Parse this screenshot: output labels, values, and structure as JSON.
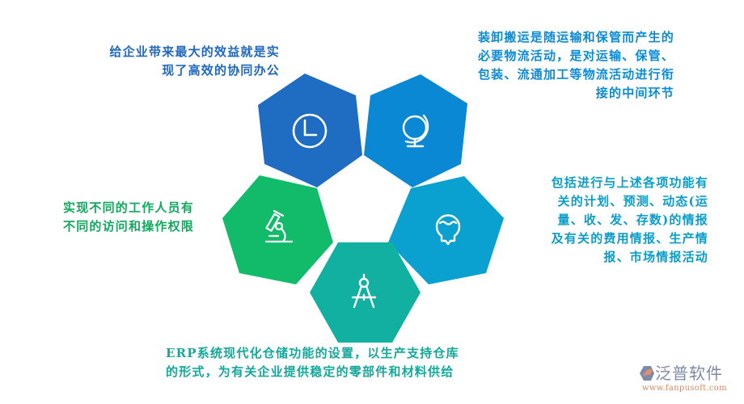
{
  "diagram": {
    "type": "five-hexagon-cluster",
    "nodes": [
      {
        "id": "collaboration",
        "icon": "clock-icon",
        "color": "#1F6DC2",
        "caption": "给企业带来最大的效益就是实\n现了高效的协同办公"
      },
      {
        "id": "handling",
        "icon": "globe-icon",
        "color": "#0A88D4",
        "caption": "装卸搬运是随运输和保管而产生的\n必要物流活动，是对运输、保管、\n包装、流通加工等物流活动进行衔\n接的中间环节"
      },
      {
        "id": "permissions",
        "icon": "microscope-icon",
        "color": "#12BB6A",
        "caption": "实现不同的工作人员有\n不同的访问和操作权限"
      },
      {
        "id": "information",
        "icon": "lightbulb-icon",
        "color": "#0AA0CF",
        "caption": "包括进行与上述各项功能有\n关的计划、预测、动态(运\n量、收、发、存数)的情报\n及有关的费用情报、生产情\n报、市场情报活动"
      },
      {
        "id": "warehouse",
        "icon": "compass-icon",
        "color": "#12B0A0",
        "caption": "ERP系统现代化仓储功能的设置，以生产支持仓库\n的形式，为有关企业提供稳定的零部件和材料供给"
      }
    ]
  },
  "watermark": {
    "brand": "泛普软件",
    "url": "www.fanpusoft.com",
    "brand_color": "#7D8AA8",
    "url_color": "#D98A60"
  }
}
